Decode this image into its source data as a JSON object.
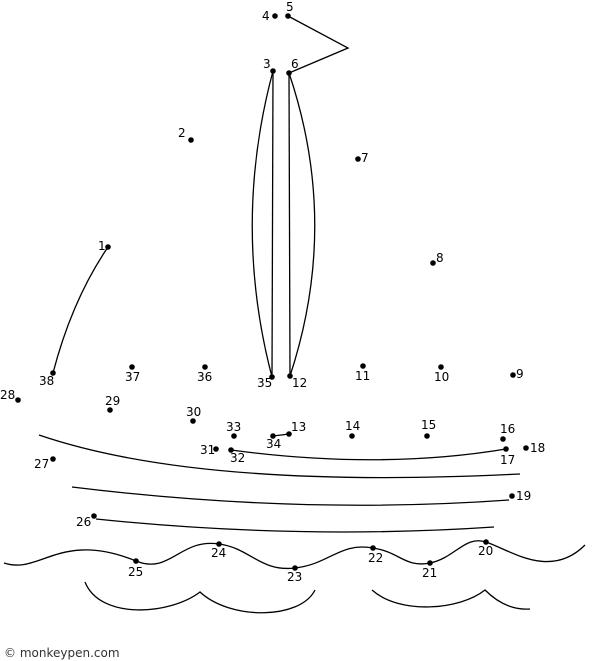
{
  "dots": [
    "1",
    "2",
    "3",
    "4",
    "5",
    "6",
    "7",
    "8",
    "9",
    "10",
    "11",
    "12",
    "13",
    "14",
    "15",
    "16",
    "17",
    "18",
    "19",
    "20",
    "21",
    "22",
    "23",
    "24",
    "25",
    "26",
    "27",
    "28",
    "29",
    "30",
    "31",
    "32",
    "33",
    "34",
    "35",
    "36",
    "37",
    "38"
  ],
  "footer": "© monkeypen.com",
  "colors": {
    "ink": "#000000",
    "background": "#ffffff"
  }
}
